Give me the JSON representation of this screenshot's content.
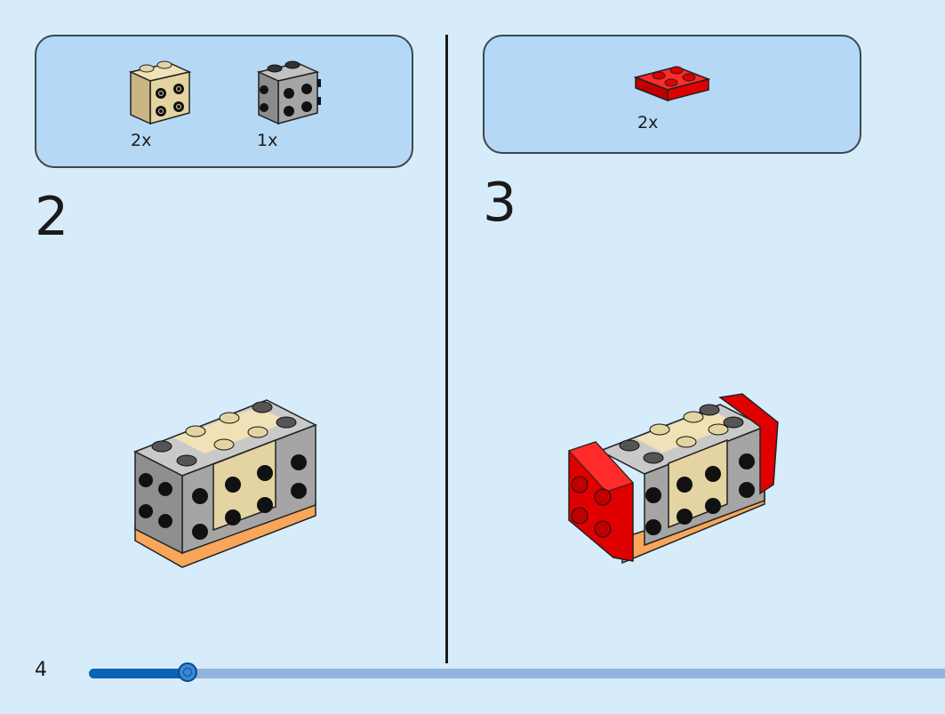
{
  "page": {
    "number": "4",
    "progress": 0.115
  },
  "steps": [
    {
      "number": "2",
      "parts": [
        {
          "name": "tan-brick-with-side-studs",
          "qty": "2x",
          "color": "#e4d4a2"
        },
        {
          "name": "grey-brick-with-side-studs",
          "qty": "1x",
          "color": "#a5a5a5"
        }
      ]
    },
    {
      "number": "3",
      "parts": [
        {
          "name": "red-plate-2x2",
          "qty": "2x",
          "color": "#e00000"
        }
      ]
    }
  ],
  "colors": {
    "background": "#d6ecfb",
    "parts_box": "#b5d8f5",
    "tan": "#e4d4a2",
    "grey": "#a5a5a5",
    "red": "#e00000",
    "orange_plate": "#f7a65a",
    "progress_fill": "#0b63b5",
    "progress_track": "#93b4df"
  },
  "icons": [
    "tan-brick-icon",
    "grey-brick-icon",
    "red-plate-icon"
  ]
}
